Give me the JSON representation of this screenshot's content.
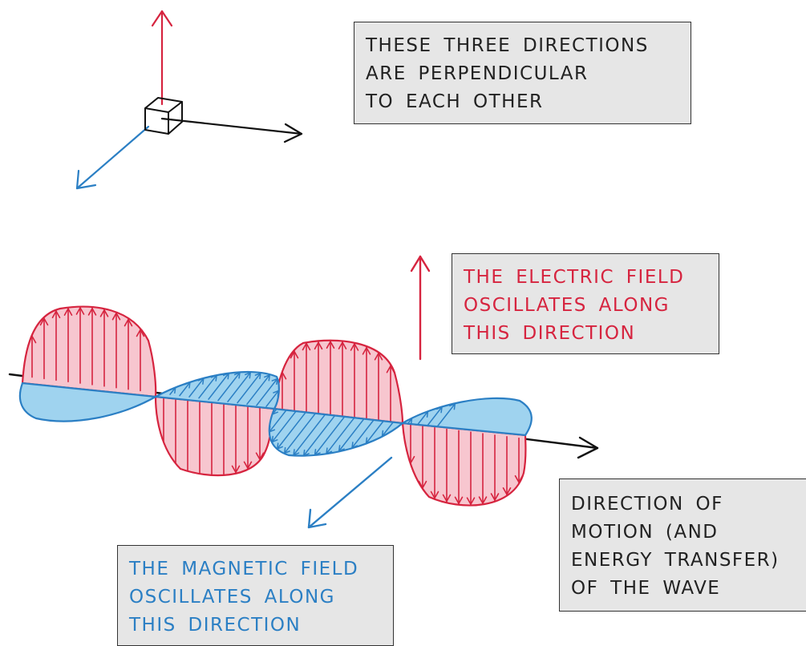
{
  "colors": {
    "electric": "#d6243f",
    "electric_fill": "#f7c6cf",
    "magnetic": "#2b7fc4",
    "magnetic_fill": "#9fd3ef",
    "ink": "#111111",
    "box_fill": "#e6e6e6"
  },
  "labels": {
    "perpendicular": [
      "THESE THREE DIRECTIONS",
      "ARE PERPENDICULAR",
      "TO EACH OTHER"
    ],
    "electric": [
      "THE ELECTRIC FIELD",
      "OSCILLATES ALONG",
      "THIS DIRECTION"
    ],
    "magnetic": [
      "THE MAGNETIC FIELD",
      "OSCILLATES ALONG",
      "THIS DIRECTION"
    ],
    "direction": [
      "DIRECTION OF",
      "MOTION (AND",
      "ENERGY TRANSFER)",
      "OF THE WAVE"
    ]
  },
  "icons": {
    "axes": "three-perpendicular-axes-icon",
    "electric_arrow": "arrow-up-icon",
    "magnetic_arrow": "arrow-down-left-icon",
    "propagation_arrow": "arrow-right-icon"
  }
}
